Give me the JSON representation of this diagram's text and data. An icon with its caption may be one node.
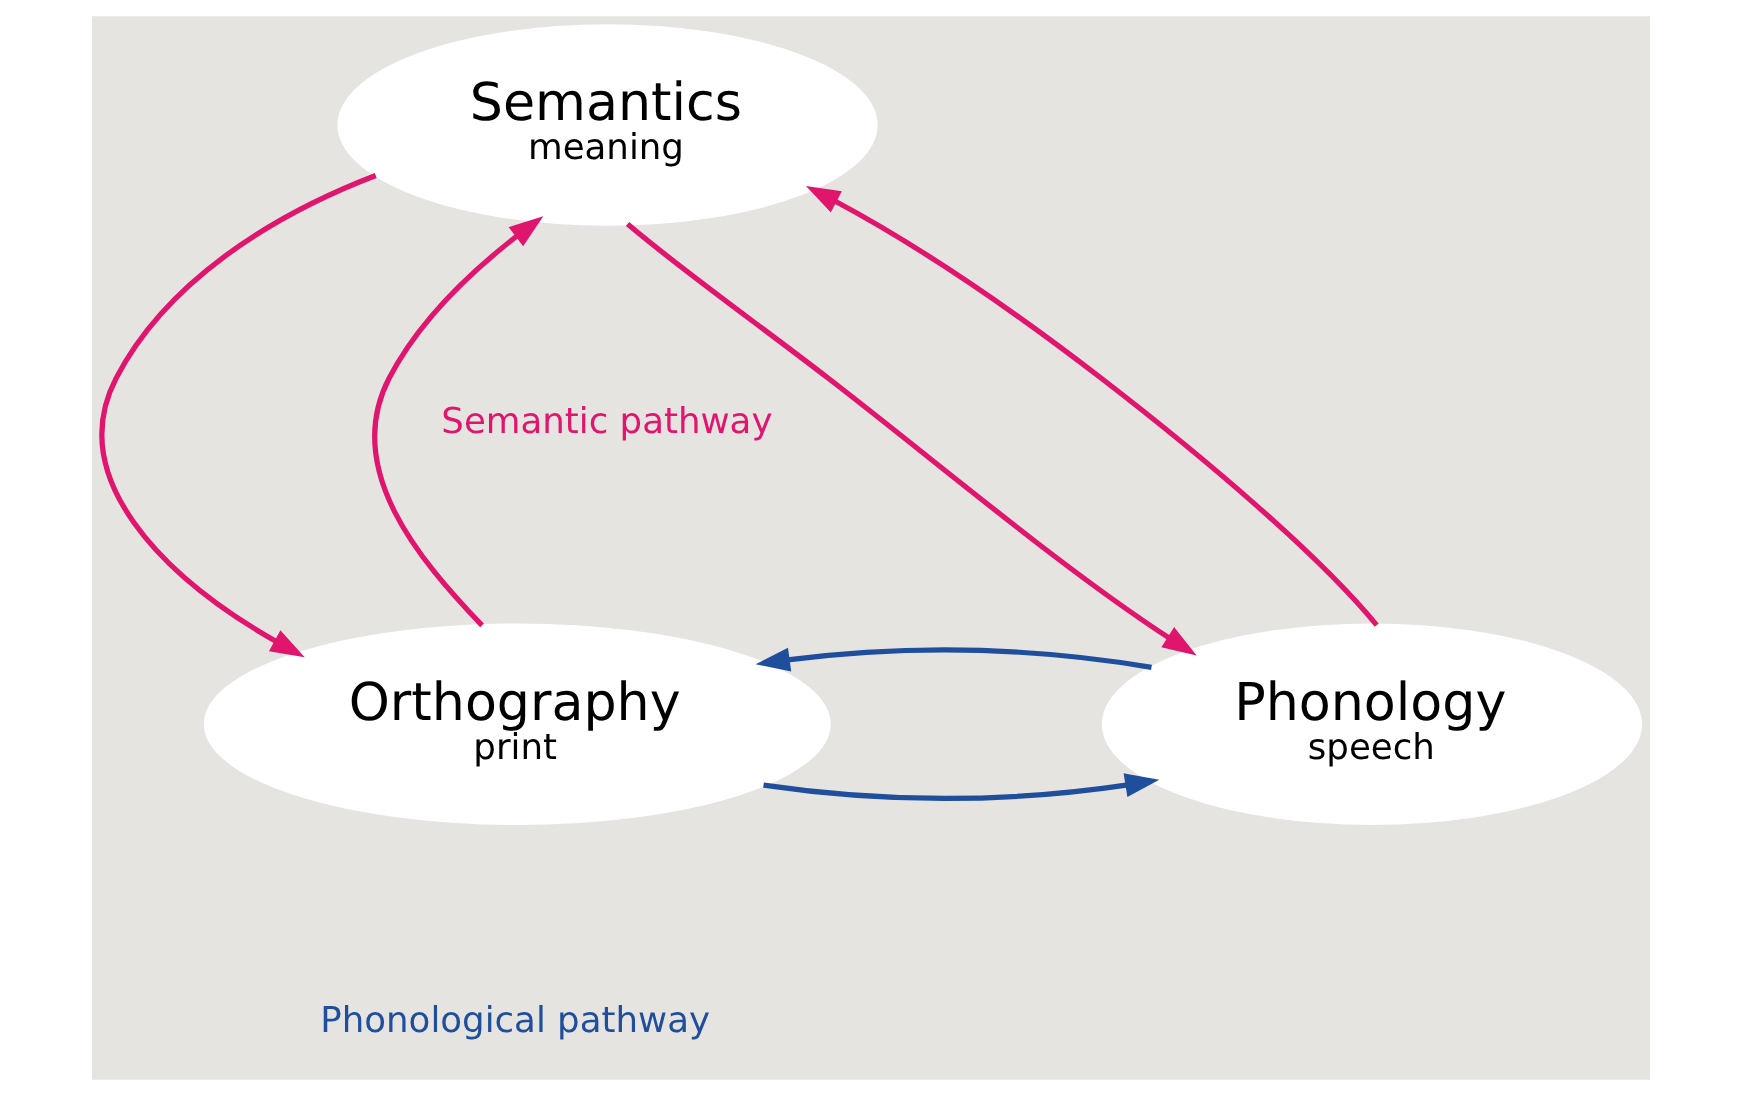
{
  "diagram": {
    "nodes": [
      {
        "text": [
          "Semantics",
          "meaning"
        ]
      },
      {
        "text": [
          "Orthography",
          "print"
        ]
      },
      {
        "text": [
          "Phonology",
          "speech"
        ]
      }
    ],
    "edges": [
      {
        "from": 1,
        "to": 0,
        "arrow": "to"
      },
      {
        "from": 0,
        "to": 1,
        "arrow": "to"
      },
      {
        "from": 2,
        "to": 0,
        "arrow": "to"
      },
      {
        "from": 0,
        "to": 2,
        "arrow": "to"
      },
      {
        "from": 1,
        "to": 2,
        "arrow": "to",
        "color": "#1f4e9c"
      },
      {
        "from": 2,
        "to": 1,
        "arrow": "to",
        "color": "#1f4e9c"
      }
    ],
    "labels": [
      "Semantic pathway",
      "Phonological pathway"
    ]
  }
}
